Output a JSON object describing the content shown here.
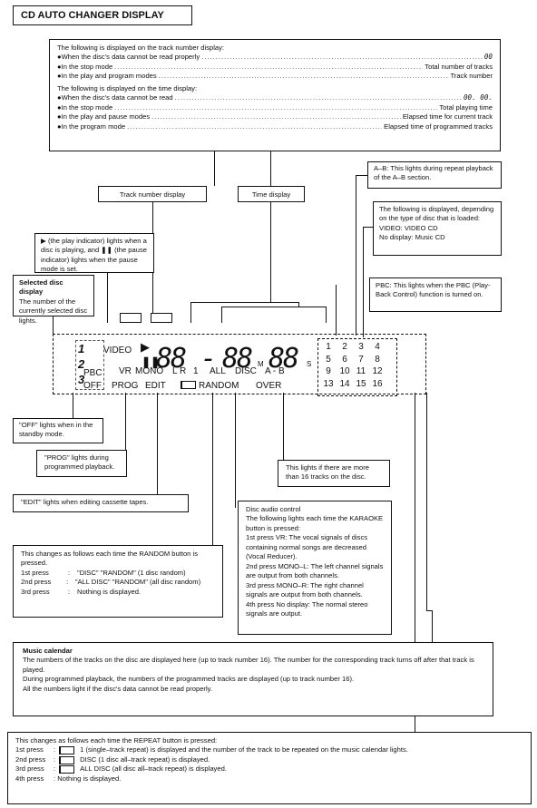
{
  "title": "CD AUTO CHANGER DISPLAY",
  "top_box": {
    "track_intro": "The following is displayed on the track number display:",
    "track_rows": [
      {
        "label": "When the disc's data cannot be read properly",
        "value": "00"
      },
      {
        "label": "In the stop mode",
        "value": "Total number of tracks"
      },
      {
        "label": "In the play and program modes",
        "value": "Track number"
      }
    ],
    "time_intro": "The following is displayed on the time display:",
    "time_rows": [
      {
        "label": "When the disc's data cannot be read",
        "value": "00. 00."
      },
      {
        "label": "In the stop mode",
        "value": "Total playing time"
      },
      {
        "label": "In the play and pause modes",
        "value": "Elapsed time for current track"
      },
      {
        "label": "In the program mode",
        "value": "Elapsed time of programmed tracks"
      }
    ]
  },
  "ab_box": "A–B: This lights during repeat playback of the A–B section.",
  "track_display_label": "Track number display",
  "time_display_label": "Time display",
  "disc_type_box": {
    "text": "The following is displayed, depending on the type of disc that is loaded:",
    "video": "VIDEO: VIDEO CD",
    "none": "No display: Music CD"
  },
  "play_box": "▶ (the play indicator) lights when a disc is playing, and ❚❚ (the pause indicator) lights when the pause mode is set.",
  "selected_disc": {
    "title": "Selected disc display",
    "text": "The number of the currently selected disc lights."
  },
  "pbc_box": "PBC: This lights when the PBC (Play-Back Control) function is turned on.",
  "lcd": {
    "video": "VIDEO",
    "play": "▶",
    "pause": "❚❚",
    "track_digits": "88",
    "dash": "-",
    "min_digits": "88",
    "m": "M",
    "sec_digits": "88",
    "s": "S",
    "pbc": "PBC",
    "off": "OFF",
    "vr": "VR",
    "mono": "MONO",
    "lr": "L R",
    "one": "1",
    "all": "ALL",
    "disc": "DISC",
    "ab": "A - B",
    "prog": "PROG",
    "edit": "EDIT",
    "random": "RANDOM",
    "over": "OVER",
    "calendar": [
      [
        "1",
        "2",
        "3",
        "4"
      ],
      [
        "5",
        "6",
        "7",
        "8"
      ],
      [
        "9",
        "10",
        "11",
        "12"
      ],
      [
        "13",
        "14",
        "15",
        "16"
      ]
    ],
    "discs": [
      "1",
      "2",
      "3"
    ]
  },
  "off_box": "\"OFF\" lights when in the standby mode.",
  "over_box": "This lights if there are more than 16 tracks on the disc.",
  "prog_box": "\"PROG\" lights during programmed playback.",
  "edit_box": "\"EDIT\" lights when editing cassette tapes.",
  "random_box": {
    "intro": "This changes as follows each time the RANDOM button is pressed.",
    "rows": [
      {
        "k": "1st press",
        "v": "\"DISC\" \"RANDOM\" (1 disc random)"
      },
      {
        "k": "2nd press",
        "v": "\"ALL DISC\" \"RANDOM\" (all disc random)"
      },
      {
        "k": "3rd press",
        "v": "Nothing is displayed."
      }
    ]
  },
  "karaoke_box": {
    "title": "Disc audio control",
    "intro": "The following lights each time the KARAOKE button is pressed:",
    "rows": [
      "1st press VR: The vocal signals of discs containing normal songs are decreased (Vocal Reducer).",
      "2nd press MONO–L: The left channel signals are output from both channels.",
      "3rd press MONO–R: The right channel signals are output from both channels.",
      "4th press No display: The normal stereo signals are output."
    ]
  },
  "calendar_box": {
    "title": "Music calendar",
    "text1": "The numbers of the tracks on the disc are displayed here (up to track number 16). The number for the corresponding track turns off after that track is played.",
    "text2": "During programmed playback, the numbers of the programmed tracks are displayed (up to track number 16).",
    "text3": "All the numbers light if the disc's data cannot be read properly."
  },
  "repeat_box": {
    "intro": "This changes as follows each time the REPEAT button is pressed:",
    "rows": [
      {
        "k": "1st press",
        "icon": true,
        "v": "1 (single–track repeat) is displayed and the number of the track to be repeated on the music calendar lights."
      },
      {
        "k": "2nd press",
        "icon": true,
        "v": "DISC (1 disc all–track repeat) is displayed."
      },
      {
        "k": "3rd press",
        "icon": true,
        "v": "ALL DISC (all disc all–track repeat) is displayed."
      },
      {
        "k": "4th press",
        "icon": false,
        "v": "Nothing is displayed."
      }
    ]
  }
}
